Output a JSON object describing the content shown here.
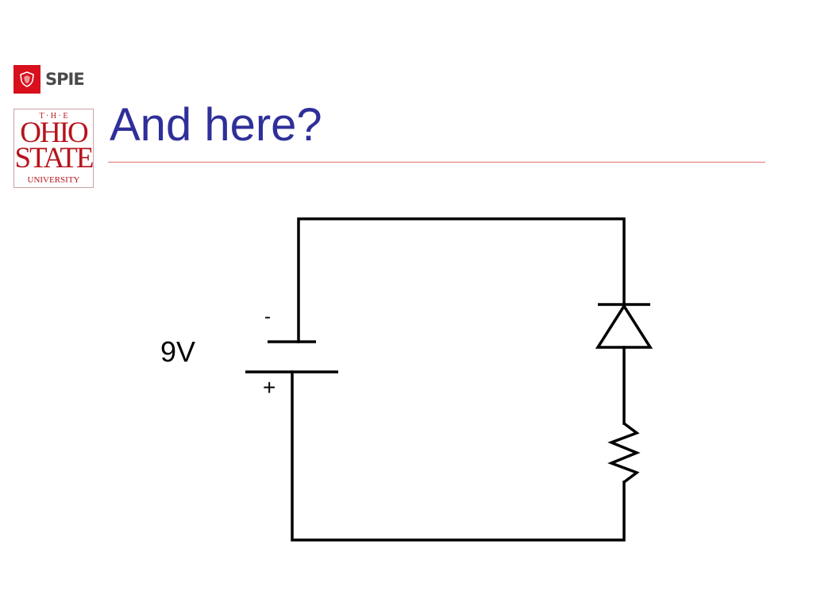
{
  "slide": {
    "title": "And here?"
  },
  "logos": {
    "spie": {
      "text": "SPIE"
    },
    "osu": {
      "line1": "T · H · E",
      "line2": "OHIO",
      "line3": "STATE",
      "line4": "UNIVERSITY"
    }
  },
  "circuit": {
    "battery": {
      "voltage_label": "9V",
      "negative_label": "-",
      "positive_label": "+"
    },
    "components": [
      "battery",
      "diode",
      "resistor"
    ]
  },
  "colors": {
    "title": "#2f2f9a",
    "rule": "#e27070",
    "spie_red": "#d7101c",
    "osu_red": "#b5141c",
    "wire": "#000000"
  }
}
